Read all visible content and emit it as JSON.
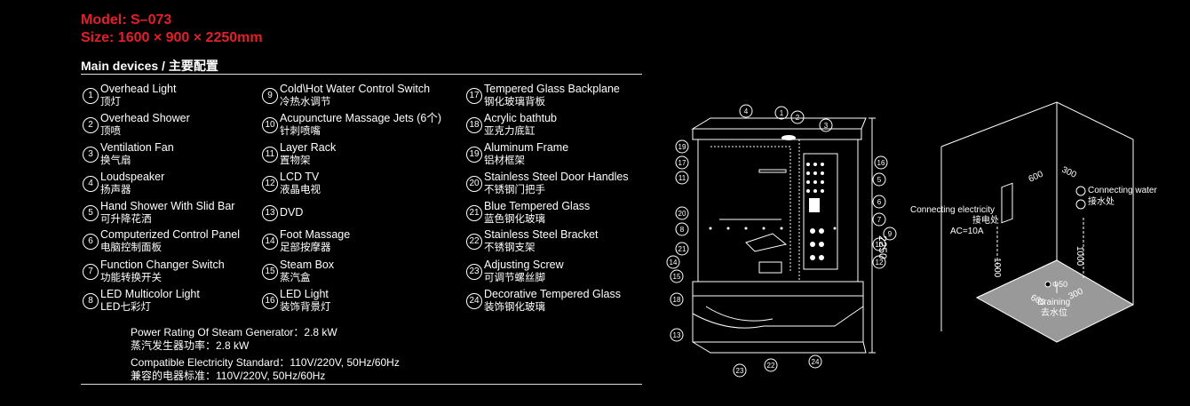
{
  "header": {
    "model": "Model: S–073",
    "size": "Size: 1600 × 900 × 2250mm",
    "section": "Main devices / 主要配置"
  },
  "devices": [
    {
      "num": "1",
      "en": "Overhead Light",
      "zh": "顶灯"
    },
    {
      "num": "2",
      "en": "Overhead Shower",
      "zh": "顶喷"
    },
    {
      "num": "3",
      "en": "Ventilation Fan",
      "zh": "换气扇"
    },
    {
      "num": "4",
      "en": "Loudspeaker",
      "zh": "扬声器"
    },
    {
      "num": "5",
      "en": "Hand Shower With Slid Bar",
      "zh": "可升降花洒"
    },
    {
      "num": "6",
      "en": "Computerized Control Panel",
      "zh": "电脑控制面板"
    },
    {
      "num": "7",
      "en": "Function Changer Switch",
      "zh": "功能转换开关"
    },
    {
      "num": "8",
      "en": "LED Multicolor Light",
      "zh": "LED七彩灯"
    },
    {
      "num": "9",
      "en": "Cold\\Hot Water Control Switch",
      "zh": "冷热水调节"
    },
    {
      "num": "10",
      "en": "Acupuncture Massage Jets (6个)",
      "zh": "针刺喷嘴"
    },
    {
      "num": "11",
      "en": "Layer Rack",
      "zh": "置物架"
    },
    {
      "num": "12",
      "en": "LCD   TV",
      "zh": "液晶电视"
    },
    {
      "num": "13",
      "en": "DVD",
      "zh": ""
    },
    {
      "num": "14",
      "en": "Foot Massage",
      "zh": "足部按摩器"
    },
    {
      "num": "15",
      "en": "Steam Box",
      "zh": "蒸汽盒"
    },
    {
      "num": "16",
      "en": "LED Light",
      "zh": "装饰背景灯"
    },
    {
      "num": "17",
      "en": "Tempered Glass Backplane",
      "zh": "钢化玻璃背板"
    },
    {
      "num": "18",
      "en": "Acrylic bathtub",
      "zh": "亚克力底缸"
    },
    {
      "num": "19",
      "en": "Aluminum Frame",
      "zh": "铝材框架"
    },
    {
      "num": "20",
      "en": "Stainless Steel Door Handles",
      "zh": "不锈钢门把手"
    },
    {
      "num": "21",
      "en": "Blue Tempered Glass",
      "zh": "蓝色钢化玻璃"
    },
    {
      "num": "22",
      "en": "Stainless Steel Bracket",
      "zh": "不锈钢支架"
    },
    {
      "num": "23",
      "en": "Adjusting Screw",
      "zh": "可调节螺丝脚"
    },
    {
      "num": "24",
      "en": "Decorative Tempered Glass",
      "zh": "装饰钢化玻璃"
    }
  ],
  "specs": {
    "power_en": "Power Rating Of Steam Generator：2.8 kW",
    "power_zh": "蒸汽发生器功率：2.8 kW",
    "elec_en": "Compatible Electricity Standard：110V/220V, 50Hz/60Hz",
    "elec_zh": "兼容的电器标准：110V/220V, 50Hz/60Hz"
  },
  "diagram": {
    "height_label": "2250",
    "callouts": [
      "1",
      "2",
      "3",
      "4",
      "5",
      "6",
      "7",
      "8",
      "9",
      "10",
      "11",
      "12",
      "13",
      "14",
      "15",
      "16",
      "17",
      "18",
      "19",
      "20",
      "21",
      "22",
      "23",
      "24"
    ]
  },
  "room": {
    "connecting_water": "Connecting water",
    "water_zh": "接水处",
    "connecting_elec": "Connecting electricity",
    "elec_zh": "接电处",
    "ac": "AC=10A",
    "dim_600_top": "600",
    "dim_300_top": "300",
    "dim_1000_left": "1000",
    "dim_1000_right": "1000",
    "dim_600_floor": "600",
    "dim_300_floor": "300",
    "drain_dia": "Φ50",
    "draining": "Draining",
    "draining_zh": "去水位"
  }
}
